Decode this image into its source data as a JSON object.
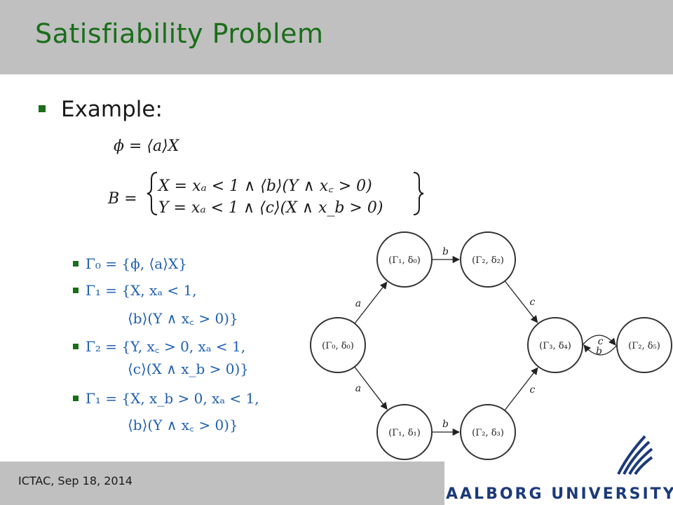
{
  "slide": {
    "title": "Satisfiability Problem",
    "bullet": "Example:",
    "phi": "ϕ = ⟨a⟩X",
    "b_label": "B =",
    "b_line1": "X = xₐ < 1 ∧ ⟨b⟩(Y ∧ x꜀ > 0)",
    "b_line2": "Y = xₐ < 1 ∧ ⟨c⟩(X ∧ x_b > 0)",
    "gammas": [
      {
        "line1": "Γ₀ = {ϕ, ⟨a⟩X}",
        "line2": ""
      },
      {
        "line1": "Γ₁ = {X, xₐ < 1,",
        "line2": "⟨b⟩(Y ∧ x꜀ > 0)}"
      },
      {
        "line1": "Γ₂ = {Y, x꜀ > 0, xₐ < 1,",
        "line2": "⟨c⟩(X ∧ x_b > 0)}"
      },
      {
        "line1": "Γ₁ = {X, x_b > 0, xₐ < 1,",
        "line2": "⟨b⟩(Y ∧ x꜀ > 0)}"
      }
    ]
  },
  "diagram": {
    "nodes": [
      {
        "id": "n0",
        "label": "(Γ₀, δ₀)"
      },
      {
        "id": "n1",
        "label": "(Γ₁, δ₀)"
      },
      {
        "id": "n2",
        "label": "(Γ₂, δ₂)"
      },
      {
        "id": "n3",
        "label": "(Γ₃, δ₄)"
      },
      {
        "id": "n4",
        "label": "(Γ₂, δ₅)"
      },
      {
        "id": "n5",
        "label": "(Γ₁, δ₁)"
      },
      {
        "id": "n6",
        "label": "(Γ₂, δ₃)"
      }
    ],
    "edges": [
      {
        "from": "n0",
        "to": "n1",
        "label": "a"
      },
      {
        "from": "n1",
        "to": "n2",
        "label": "b"
      },
      {
        "from": "n2",
        "to": "n3",
        "label": "c"
      },
      {
        "from": "n0",
        "to": "n5",
        "label": "a"
      },
      {
        "from": "n5",
        "to": "n6",
        "label": "b"
      },
      {
        "from": "n6",
        "to": "n3",
        "label": "c"
      },
      {
        "from": "n4",
        "to": "n3",
        "label": "c"
      },
      {
        "from": "n3",
        "to": "n4",
        "label": "b"
      }
    ]
  },
  "footer": {
    "text": "ICTAC, Sep 18, 2014",
    "university": "AALBORG UNIVERSITY"
  }
}
